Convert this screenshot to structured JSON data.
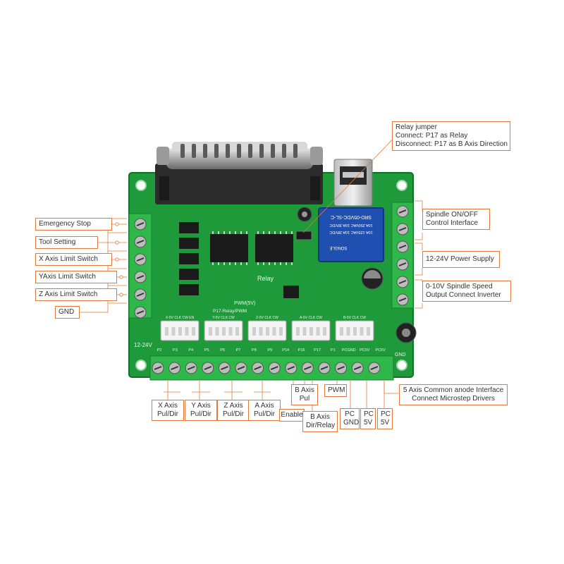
{
  "board": {
    "silkscreen": {
      "relay": "Relay",
      "pwm": "PWM(5V)",
      "p17": "P17-Relay/PWM",
      "left_power": "12-24V",
      "gnd": "GND"
    },
    "relay_text": [
      "SRD-05VDC-SL-C",
      "10A 250VAC  10A 30VDC",
      "10A 125VAC  10A 28VDC"
    ],
    "relay_brand": "SONGLE",
    "connector_headers": [
      "X-5V CLK CW EN",
      "Y-5V CLK CW",
      "Z-5V CLK CW",
      "A-5V CLK CW",
      "B-5V CLK CW"
    ],
    "bottom_pins": [
      "P2",
      "P3",
      "P4",
      "P5",
      "P6",
      "P7",
      "P8",
      "P9",
      "P14",
      "P16",
      "P17",
      "P1",
      "PCGND",
      "PC5V",
      "PC5V"
    ]
  },
  "left_labels": [
    "Emergency Stop",
    "Tool Setting",
    "X Axis Limit Switch",
    "YAxis Limit Switch",
    "Z Axis Limit Switch",
    "GND"
  ],
  "right_labels": {
    "relay_jumper": [
      "Relay jumper",
      "Connect: P17 as Relay",
      "Disconnect: P17 as B Axis Direction"
    ],
    "spindle_onoff": [
      "Spindle ON/OFF",
      "Control Interface"
    ],
    "power_supply": [
      "12-24V Power Supply"
    ],
    "spindle_speed": [
      "0-10V Spindle Speed",
      "Output Connect Inverter"
    ],
    "common_anode": [
      "5 Axis Common anode Interface",
      "Connect Microstep Drivers"
    ]
  },
  "bottom_labels": {
    "x_axis": [
      "X Axis",
      "Pul/Dir"
    ],
    "y_axis": [
      "Y Axis",
      "Pul/Dir"
    ],
    "z_axis": [
      "Z Axis",
      "Pul/Dir"
    ],
    "a_axis": [
      "A Axis",
      "Pul/Dir"
    ],
    "enable": [
      "Enable"
    ],
    "b_pul": [
      "B Axis",
      "Pul"
    ],
    "b_dir": [
      "B Axis",
      "Dir/Relay"
    ],
    "pwm": [
      "PWM"
    ],
    "pc_gnd": [
      "PC",
      "GND"
    ],
    "pc_5v_1": [
      "PC",
      "5V"
    ],
    "pc_5v_2": [
      "PC",
      "5V"
    ]
  },
  "colors": {
    "pcb": "#1f9a3a",
    "pcb_dark": "#167a2c",
    "terminal": "#2fb84a",
    "relay": "#1f4fb0",
    "label_border": "#e07a3a",
    "leader_line": "#e07a3a"
  }
}
